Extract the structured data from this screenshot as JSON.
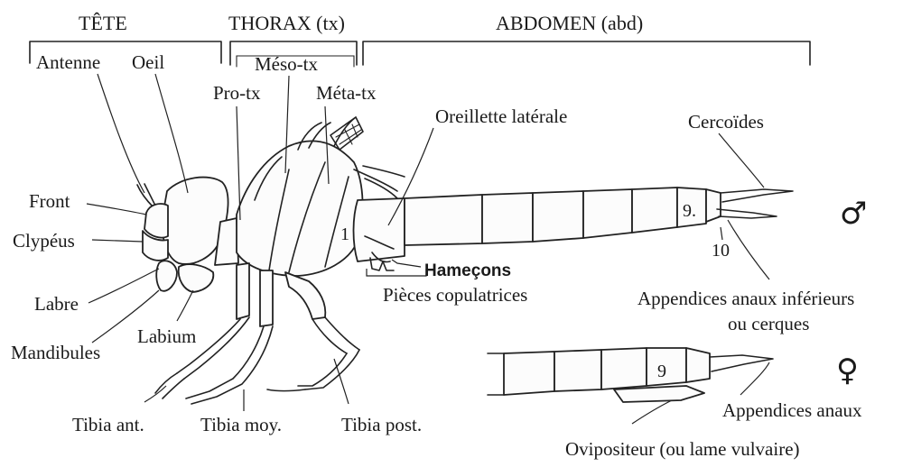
{
  "sections": {
    "head": "TÊTE",
    "thorax": "THORAX (tx)",
    "abdomen": "ABDOMEN (abd)"
  },
  "labels": {
    "antenne": "Antenne",
    "oeil": "Oeil",
    "pro_tx": "Pro-tx",
    "meso_tx": "Méso-tx",
    "meta_tx": "Méta-tx",
    "oreillette": "Oreillette latérale",
    "cercoides": "Cercoïdes",
    "front": "Front",
    "clypeus": "Clypéus",
    "labre": "Labre",
    "mandibules": "Mandibules",
    "labium": "Labium",
    "hamecons": "Hameçons",
    "pieces_copulatrices": "Pièces copulatrices",
    "appendices_inferieurs_line1": "Appendices anaux inférieurs",
    "appendices_inferieurs_line2": "ou cerques",
    "appendices_anaux": "Appendices anaux",
    "ovipositeur": "Ovipositeur (ou lame vulvaire)",
    "tibia_ant": "Tibia ant.",
    "tibia_moy": "Tibia moy.",
    "tibia_post": "Tibia post."
  },
  "segment_numbers": {
    "seg1": "1",
    "seg9_male": "9.",
    "seg10": "10",
    "seg9_female": "9"
  },
  "symbols": {
    "male": "♂",
    "female": "♀"
  }
}
